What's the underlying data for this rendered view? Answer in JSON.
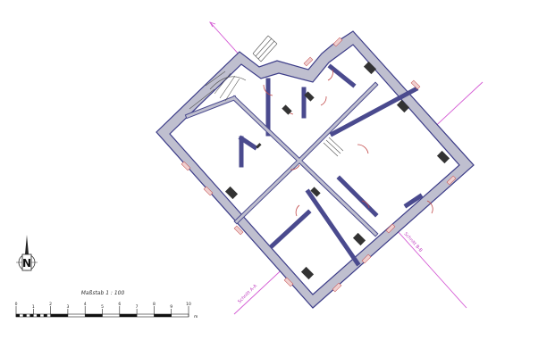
{
  "drawing": {
    "scale_caption": "Maßstab 1 : 100",
    "scale_ticks": [
      "0",
      "1",
      "2",
      "3",
      "4",
      "5",
      "6",
      "7",
      "8",
      "9",
      "10"
    ],
    "scale_unit": "m",
    "north_label": "N",
    "section_labels": [
      "Schnitt A-A",
      "Schnitt B-B"
    ],
    "colors": {
      "wall_fill": "#bfbfcf",
      "wall_stroke": "#3c3c88",
      "section_line": "#d45ad4",
      "door_arc": "#c24a4a"
    }
  }
}
